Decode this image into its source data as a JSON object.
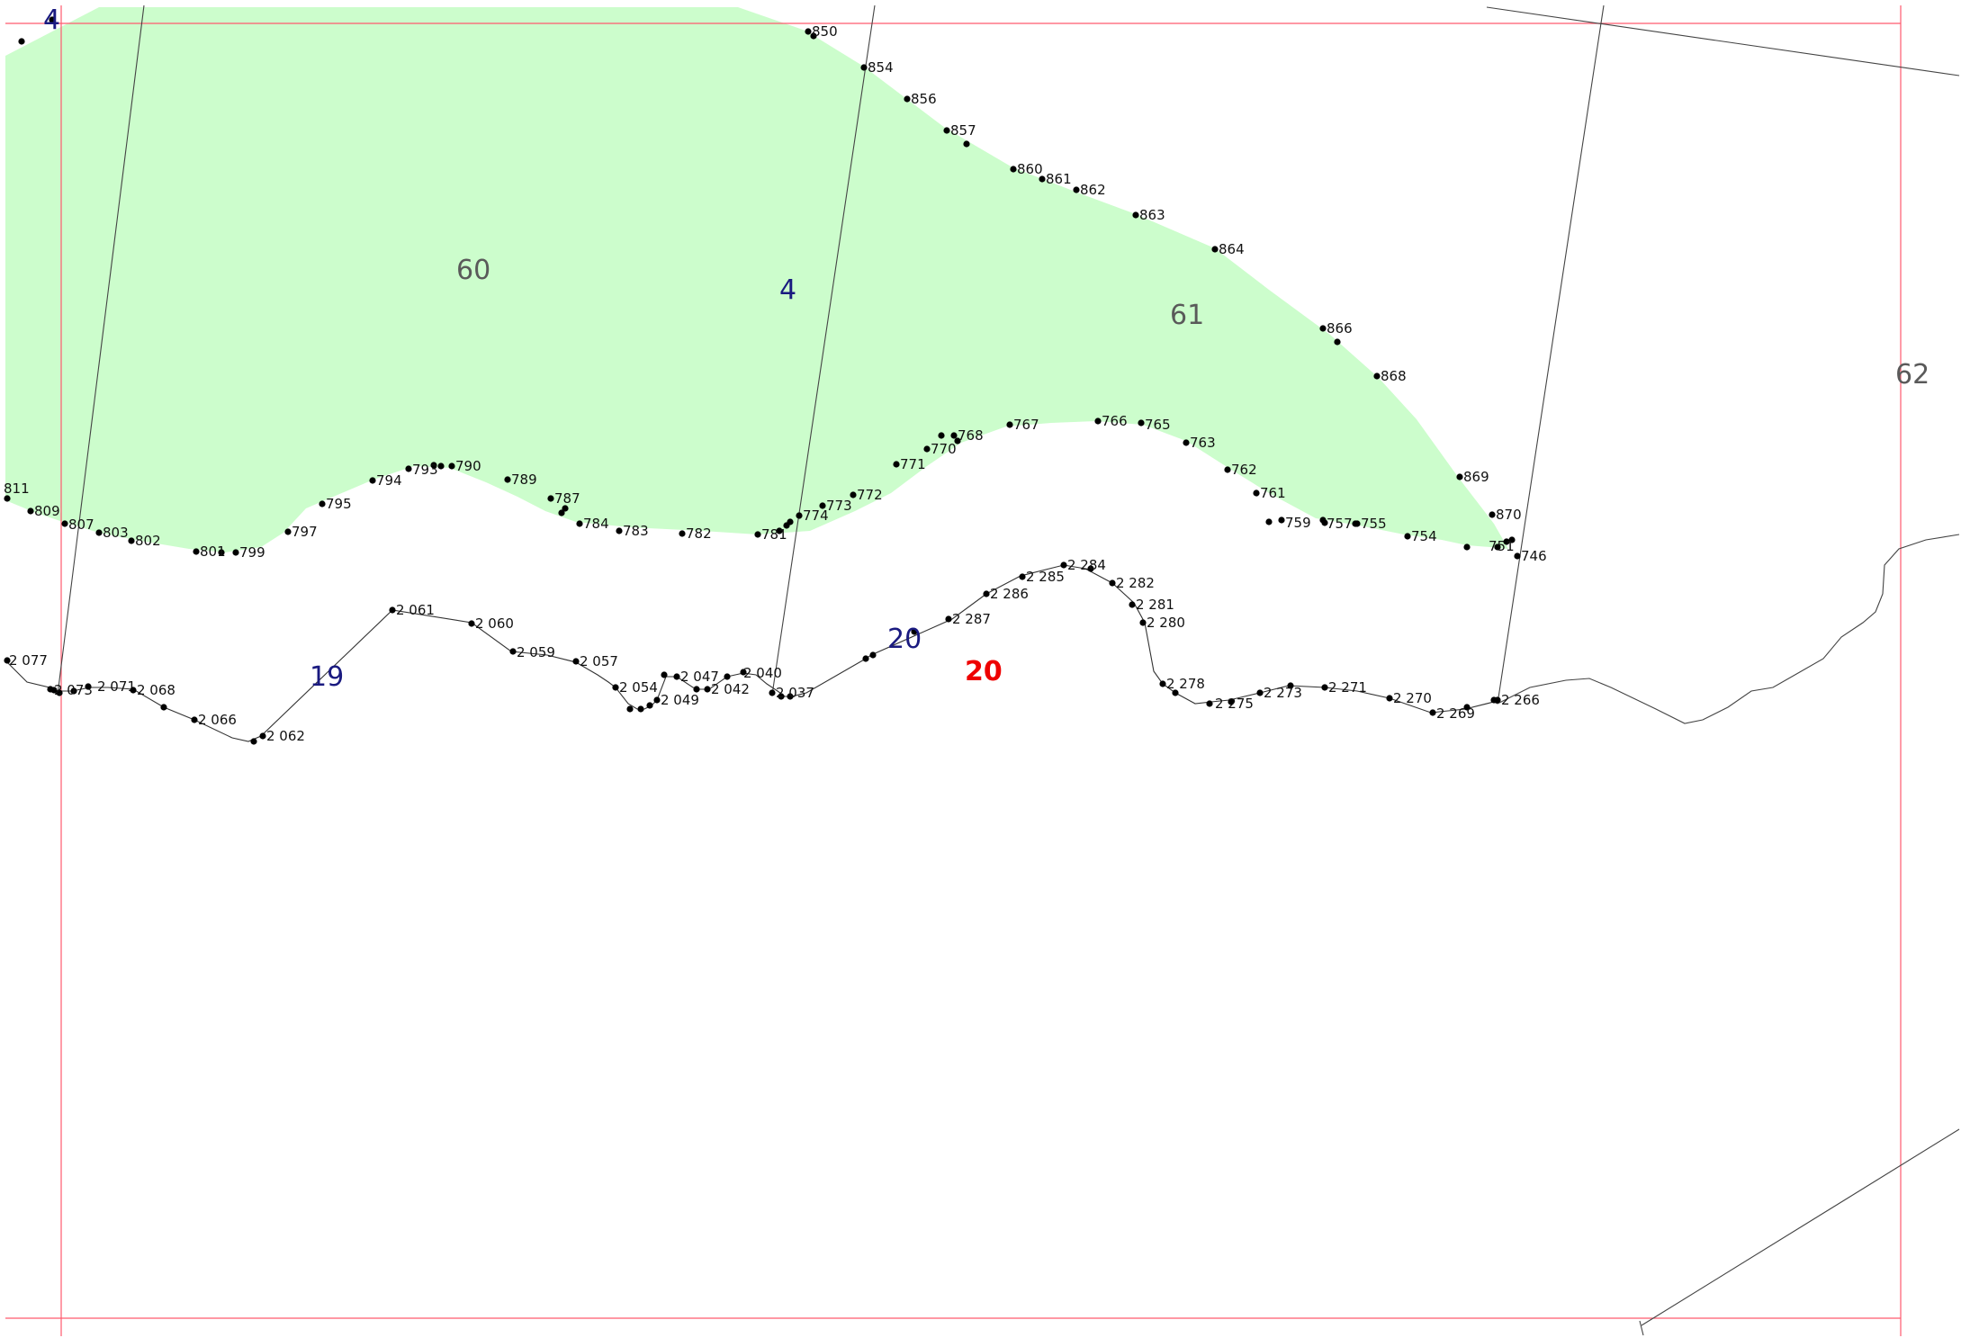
{
  "colors": {
    "background": "#ffffff",
    "zone_fill": "#ccfdcc",
    "frame_line": "#ff5a6e",
    "section_line": "#444444",
    "point": "#000000",
    "parcel_label": "#5a5a5a",
    "section_label": "#1a1a80",
    "block_label": "#ee0000"
  },
  "labels": {
    "parcel_60": "60",
    "parcel_61": "61",
    "parcel_62": "62",
    "section_4_top": "4",
    "section_4_mid": "4",
    "section_19": "19",
    "section_20": "20",
    "block_20": "20"
  },
  "points": {
    "p850": "850",
    "p854": "854",
    "p856": "856",
    "p857": "857",
    "p860": "860",
    "p861": "861",
    "p862": "862",
    "p863": "863",
    "p864": "864",
    "p866": "866",
    "p868": "868",
    "p869": "869",
    "p870": "870",
    "p746": "746",
    "p751": "751",
    "p754": "754",
    "p755": "755",
    "p757": "757",
    "p759": "759",
    "p761": "761",
    "p762": "762",
    "p763": "763",
    "p765": "765",
    "p766": "766",
    "p767": "767",
    "p768": "768",
    "p770": "770",
    "p771": "771",
    "p772": "772",
    "p773": "773",
    "p774": "774",
    "p781": "781",
    "p782": "782",
    "p783": "783",
    "p784": "784",
    "p787": "787",
    "p789": "789",
    "p790": "790",
    "p793": "793",
    "p794": "794",
    "p795": "795",
    "p797": "797",
    "p799": "799",
    "p801": "801",
    "p802": "802",
    "p803": "803",
    "p807": "807",
    "p809": "809",
    "p811": "811",
    "q2077": "2 077",
    "q2073": "2 073",
    "q2071": "2 071",
    "q2068": "2 068",
    "q2066": "2 066",
    "q2062": "2 062",
    "q2061": "2 061",
    "q2060": "2 060",
    "q2059": "2 059",
    "q2057": "2 057",
    "q2054": "2 054",
    "q2049": "2 049",
    "q2047": "2 047",
    "q2042": "2 042",
    "q2040": "2 040",
    "q2037": "2 037",
    "q2287": "2 287",
    "q2286": "2 286",
    "q2285": "2 285",
    "q2284": "2 284",
    "q2282": "2 282",
    "q2281": "2 281",
    "q2280": "2 280",
    "q2278": "2 278",
    "q2275": "2 275",
    "q2273": "2 273",
    "q2271": "2 271",
    "q2270": "2 270",
    "q2269": "2 269",
    "q2266": "2 266"
  }
}
